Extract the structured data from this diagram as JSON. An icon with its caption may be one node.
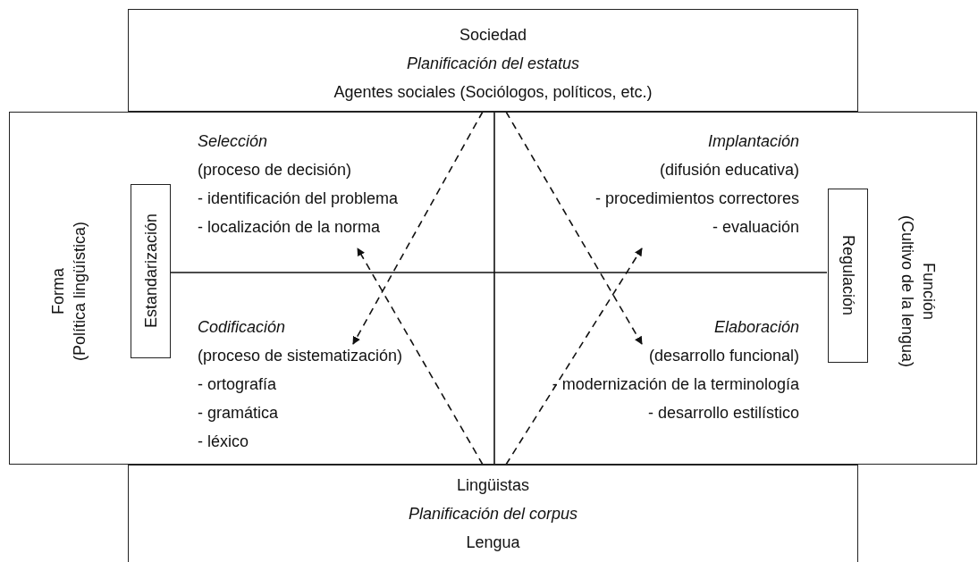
{
  "diagram": {
    "nodes": [
      {
        "text": [
          "Sociedad",
          "Planificación del estatus",
          "Agentes sociales (Sociólogos, políticos, etc.)"
        ]
      },
      {
        "text": [
          "Forma (Política lingüística)",
          "Función (Cultivo de la lengua)"
        ]
      },
      {
        "text": [
          "Selección",
          "(proceso de decisión)",
          "- identificación del problema",
          "- localización de la norma"
        ],
        "in": 1
      },
      {
        "text": [
          "Implantación",
          "(difusión educativa)",
          "- procedimientos correctores",
          "- evaluación"
        ],
        "in": 1
      },
      {
        "text": [
          "Codificación",
          "(proceso de sistematización)",
          "- ortografía",
          "- gramática",
          "- léxico"
        ],
        "in": 1
      },
      {
        "text": [
          "Elaboración",
          "(desarrollo funcional)",
          "- modernización de la terminología",
          "- desarrollo estilístico"
        ],
        "in": 1
      },
      {
        "text": [
          "Estandarización"
        ],
        "in": 1
      },
      {
        "text": [
          "Regulación"
        ],
        "in": 1
      },
      {
        "text": [
          "Lingüistas",
          "Planificación del corpus",
          "Lengua"
        ]
      }
    ],
    "edges": [
      {
        "from": 0,
        "to": 4,
        "arrow": "to",
        "style": "dashed"
      },
      {
        "from": 0,
        "to": 5,
        "arrow": "to",
        "style": "dashed"
      },
      {
        "from": 8,
        "to": 2,
        "arrow": "to",
        "style": "dashed"
      },
      {
        "from": 8,
        "to": 3,
        "arrow": "to",
        "style": "dashed"
      },
      {
        "from": 6,
        "to": 7,
        "arrow": "none"
      },
      {
        "from": 0,
        "to": 8,
        "arrow": "none"
      }
    ]
  }
}
